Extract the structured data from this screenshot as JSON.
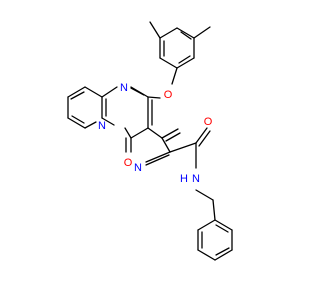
{
  "colors": {
    "bond": "#000000",
    "nitrogen": "#0000ff",
    "oxygen": "#ff0000",
    "background": "#ffffff"
  },
  "atoms": {
    "n_ring_top": "N",
    "n_ring_junction": "N",
    "o_ether": "O",
    "o_ring_carbonyl": "O",
    "o_amide": "O",
    "n_nitrile": "N",
    "n_amide": "N",
    "h_amide": "H"
  }
}
